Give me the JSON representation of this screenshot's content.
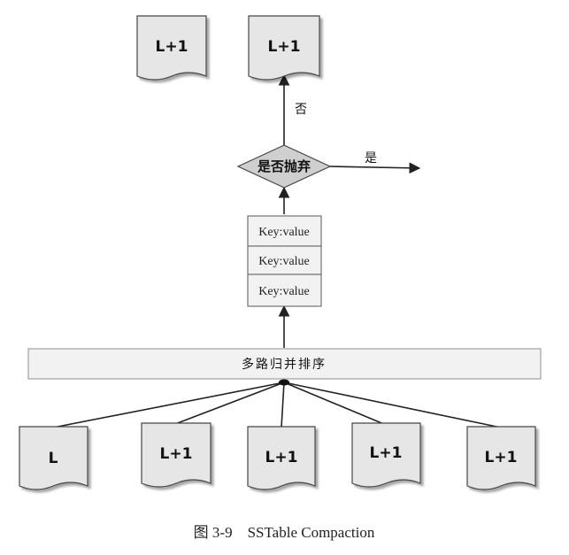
{
  "top_docs": [
    {
      "label": "L+1"
    },
    {
      "label": "L+1"
    }
  ],
  "decision": {
    "label": "是否抛弃",
    "yes_label": "是",
    "no_label": "否"
  },
  "kv_stack": [
    {
      "label": "Key:value"
    },
    {
      "label": "Key:value"
    },
    {
      "label": "Key:value"
    }
  ],
  "merge_bar": {
    "label": "多路归并排序"
  },
  "bottom_docs": [
    {
      "label": "L"
    },
    {
      "label": "L+1"
    },
    {
      "label": "L+1"
    },
    {
      "label": "L+1"
    },
    {
      "label": "L+1"
    }
  ],
  "caption": "图 3-9    SSTable Compaction",
  "colors": {
    "doc_fill": "#e6e6e6",
    "diamond_fill": "#cfcfcf",
    "bar_fill": "#f2f2f2",
    "stroke": "#444444"
  }
}
